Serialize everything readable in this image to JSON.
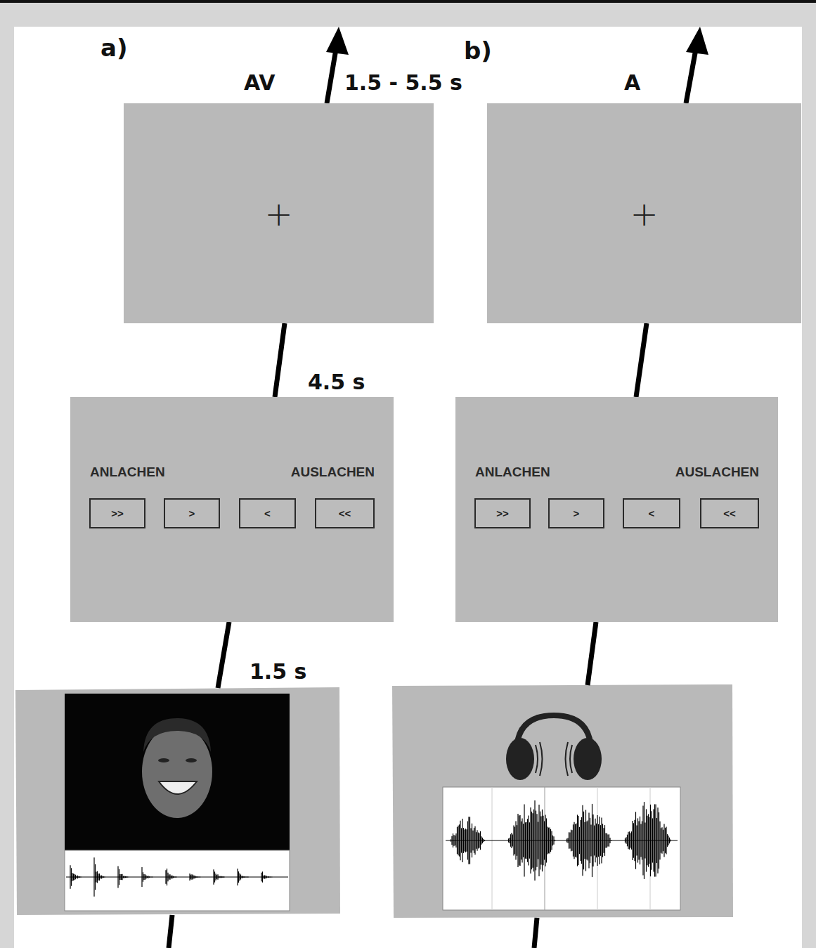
{
  "diagram": {
    "nodes": [
      {
        "text": [
          "+"
        ]
      },
      {
        "text": [
          "ANLACHEN",
          "AUSLACHEN"
        ]
      },
      {
        "text": [
          ">>"
        ],
        "in": 1
      },
      {
        "text": [
          ">"
        ],
        "in": 1
      },
      {
        "text": [
          "<"
        ],
        "in": 1
      },
      {
        "text": [
          "<<"
        ],
        "in": 1
      },
      {
        "text": [
          "+"
        ]
      },
      {
        "text": [
          "ANLACHEN",
          "AUSLACHEN"
        ]
      },
      {
        "text": [
          ">>"
        ],
        "in": 7
      },
      {
        "text": [
          ">"
        ],
        "in": 7
      },
      {
        "text": [
          "<"
        ],
        "in": 7
      },
      {
        "text": [
          "<<"
        ],
        "in": 7
      }
    ],
    "edges": [
      {
        "from": 1,
        "to": 0,
        "arrow": "none"
      },
      {
        "from": 7,
        "to": 6,
        "arrow": "none"
      }
    ],
    "labels": [
      "a)",
      "AV",
      "1.5 - 5.5 s",
      "b)",
      "A",
      "4.5 s",
      "1.5 s"
    ]
  }
}
